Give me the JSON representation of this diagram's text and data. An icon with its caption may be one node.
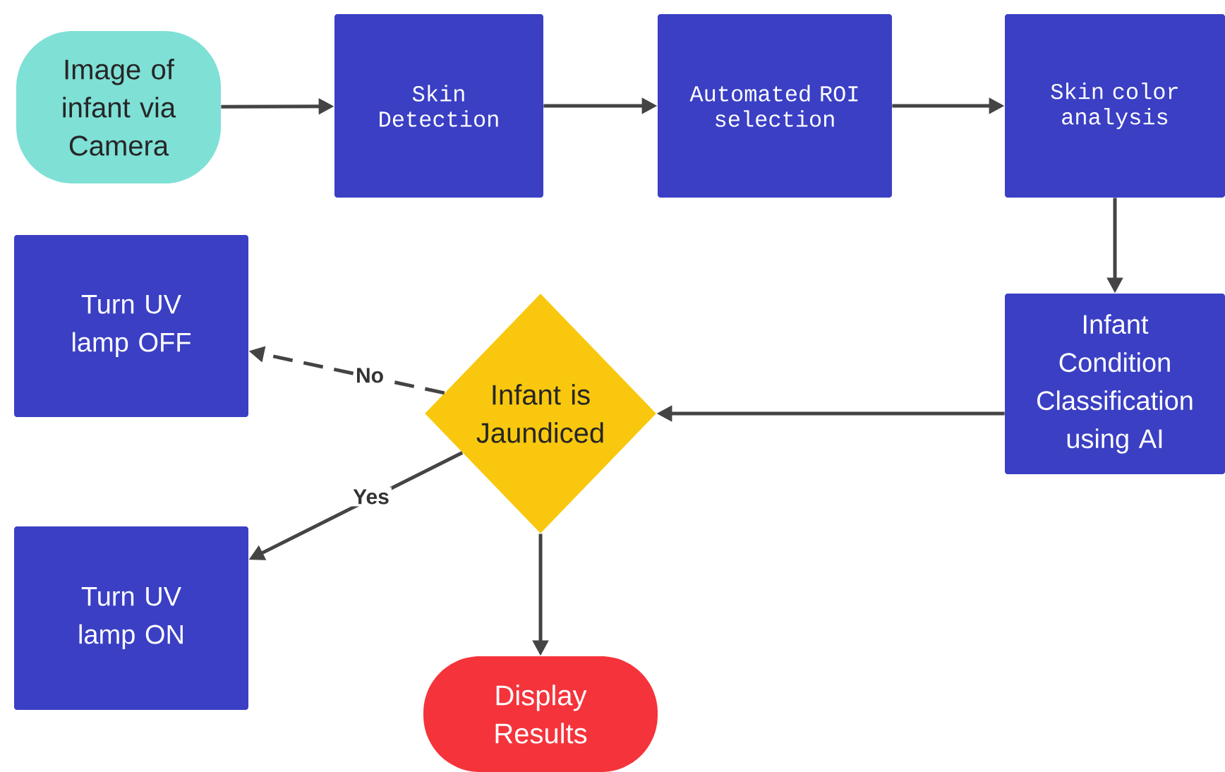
{
  "diagram": {
    "nodes": [
      {
        "text": [
          "Image of infant via Camera"
        ]
      },
      {
        "text": [
          "Skin Detection"
        ]
      },
      {
        "text": [
          "Automated ROI selection"
        ]
      },
      {
        "text": [
          "Skin color analysis"
        ]
      },
      {
        "text": [
          "Infant Condition Classification using AI"
        ]
      },
      {
        "text": [
          "Infant is Jaundiced"
        ]
      },
      {
        "text": [
          "Turn UV lamp OFF"
        ]
      },
      {
        "text": [
          "Turn UV lamp ON"
        ]
      },
      {
        "text": [
          "Display Results"
        ]
      }
    ],
    "edges": [
      {
        "from": 0,
        "to": 1,
        "arrow": "to"
      },
      {
        "from": 1,
        "to": 2,
        "arrow": "to"
      },
      {
        "from": 2,
        "to": 3,
        "arrow": "to"
      },
      {
        "from": 3,
        "to": 4,
        "arrow": "to"
      },
      {
        "from": 4,
        "to": 5,
        "arrow": "to"
      },
      {
        "from": 5,
        "to": 6,
        "arrow": "to",
        "label": "No",
        "style": "dashed"
      },
      {
        "from": 5,
        "to": 7,
        "arrow": "to",
        "label": "Yes"
      },
      {
        "from": 5,
        "to": 8,
        "arrow": "to"
      }
    ]
  }
}
